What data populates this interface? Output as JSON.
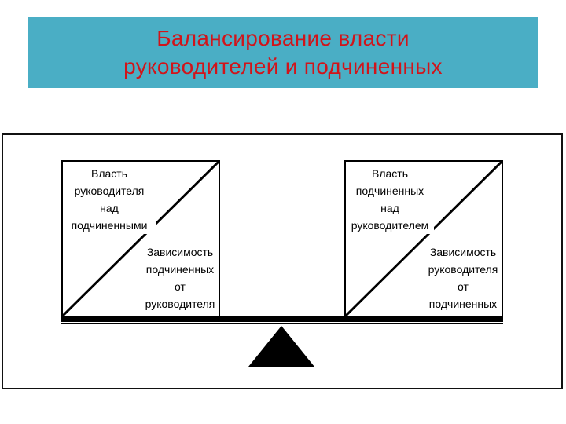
{
  "title": {
    "line1": "Балансирование власти",
    "line2": "руководителей и подчиненных"
  },
  "left_box": {
    "top_lines": [
      "Власть",
      "руководителя",
      "над",
      "подчиненными"
    ],
    "bottom_lines": [
      "Зависимость",
      "подчиненных",
      "от",
      "руководителя"
    ]
  },
  "right_box": {
    "top_lines": [
      "Власть",
      "подчиненных",
      "над",
      "руководителем"
    ],
    "bottom_lines": [
      "Зависимость",
      "руководителя",
      "от",
      "подчиненных"
    ]
  },
  "colors": {
    "banner": "#4aaec5",
    "title_text": "#d1141a"
  }
}
